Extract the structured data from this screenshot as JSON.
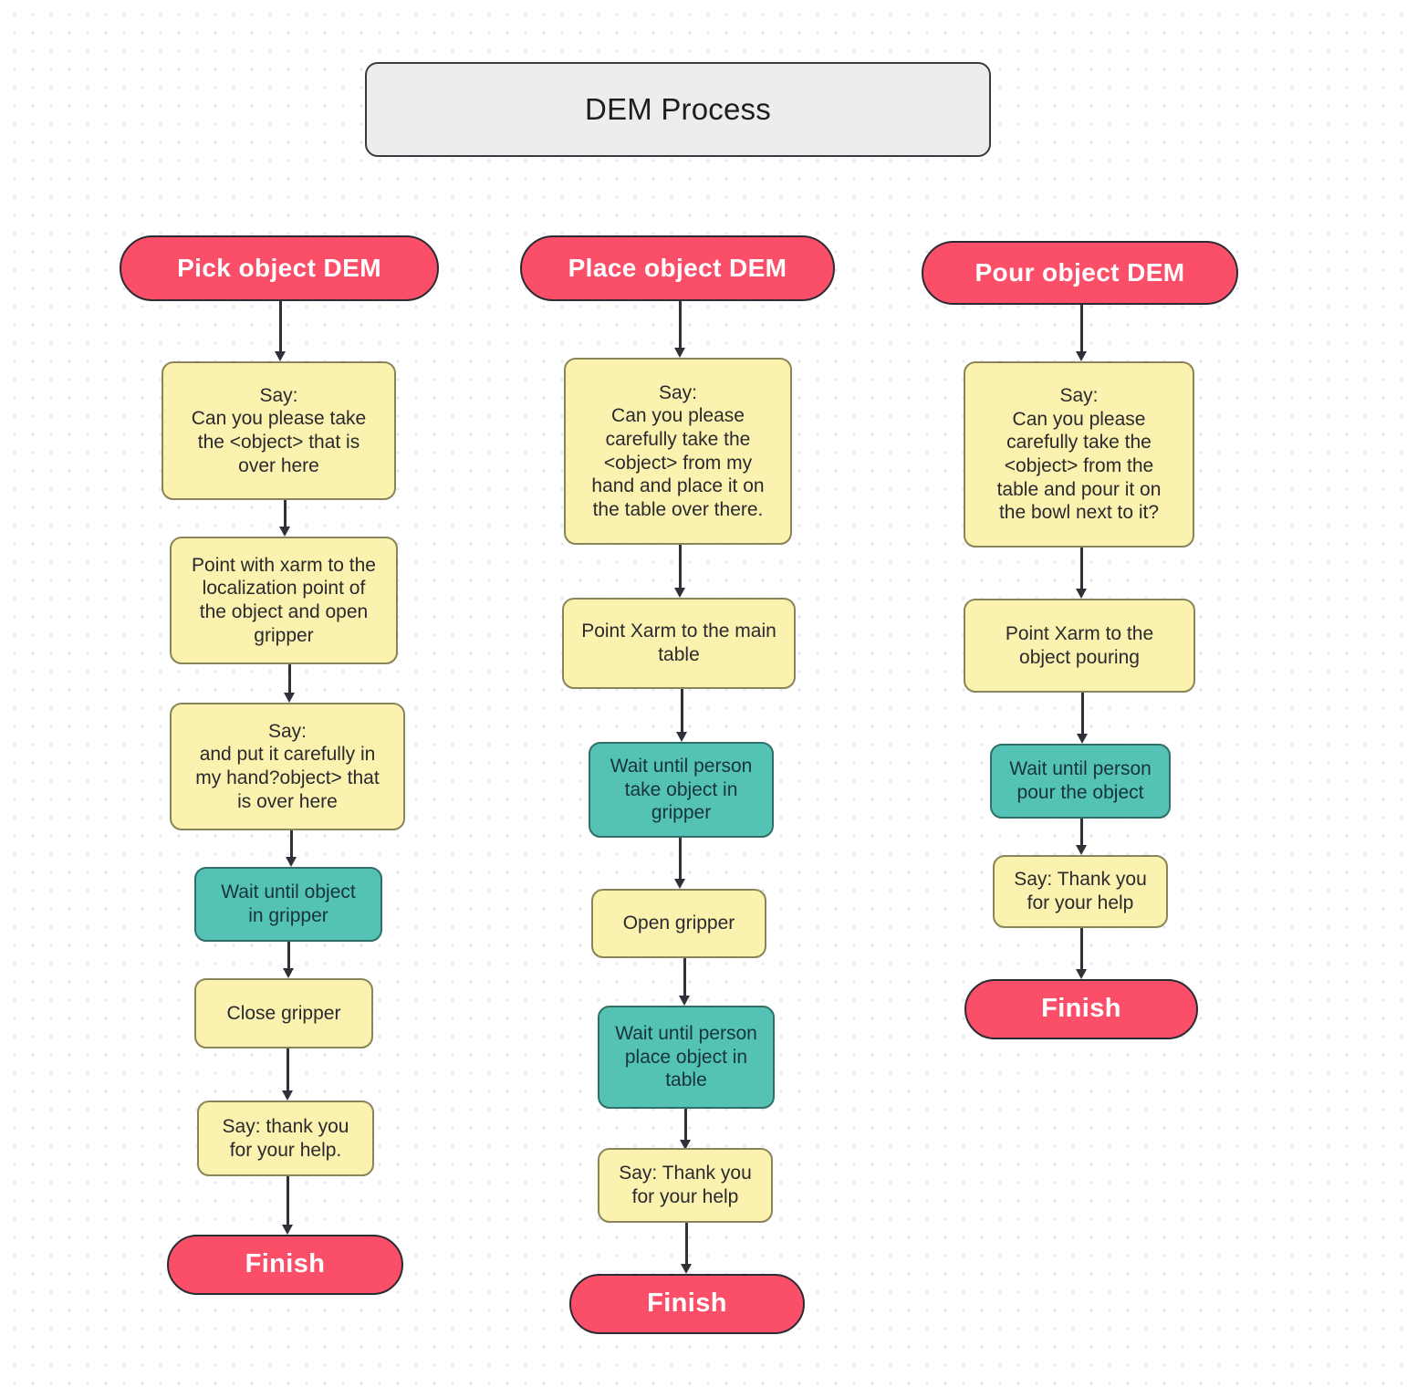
{
  "diagram": {
    "title": "DEM Process",
    "background": "#ffffff",
    "dot_grid": true,
    "colors": {
      "pill": "#fb4e68",
      "pill_text": "#ffffff",
      "action": "#faf2ae",
      "wait": "#54c3b6",
      "title_box": "#ededed",
      "connector": "#2f3038"
    }
  },
  "columns": [
    {
      "id": "pick",
      "start_label": "Pick object DEM",
      "finish_label": "Finish",
      "steps": [
        {
          "type": "action",
          "text": "Say:\nCan you please take\nthe <object> that is\nover here"
        },
        {
          "type": "action",
          "text": "Point with xarm to the\nlocalization point of\nthe object and open\ngripper"
        },
        {
          "type": "action",
          "text": "Say:\nand put it carefully in\nmy hand?object> that\nis over here"
        },
        {
          "type": "wait",
          "text": "Wait until object\nin gripper"
        },
        {
          "type": "action",
          "text": "Close gripper"
        },
        {
          "type": "action",
          "text": "Say: thank you\nfor your help."
        }
      ]
    },
    {
      "id": "place",
      "start_label": "Place object DEM",
      "finish_label": "Finish",
      "steps": [
        {
          "type": "action",
          "text": "Say:\nCan you please\ncarefully take the\n<object> from my\nhand and place it on\nthe table over there."
        },
        {
          "type": "action",
          "text": "Point Xarm to the main\ntable"
        },
        {
          "type": "wait",
          "text": "Wait until person\ntake object in\ngripper"
        },
        {
          "type": "action",
          "text": "Open gripper"
        },
        {
          "type": "wait",
          "text": "Wait until person\nplace object in\ntable"
        },
        {
          "type": "action",
          "text": "Say: Thank you\nfor your help"
        }
      ]
    },
    {
      "id": "pour",
      "start_label": "Pour object DEM",
      "finish_label": "Finish",
      "steps": [
        {
          "type": "action",
          "text": "Say:\nCan you please\ncarefully take the\n<object> from the\ntable and pour it on\nthe bowl next to it?"
        },
        {
          "type": "action",
          "text": "Point Xarm to the\nobject pouring"
        },
        {
          "type": "wait",
          "text": "Wait until person\npour the object"
        },
        {
          "type": "action",
          "text": "Say: Thank you\nfor your help"
        }
      ]
    }
  ]
}
